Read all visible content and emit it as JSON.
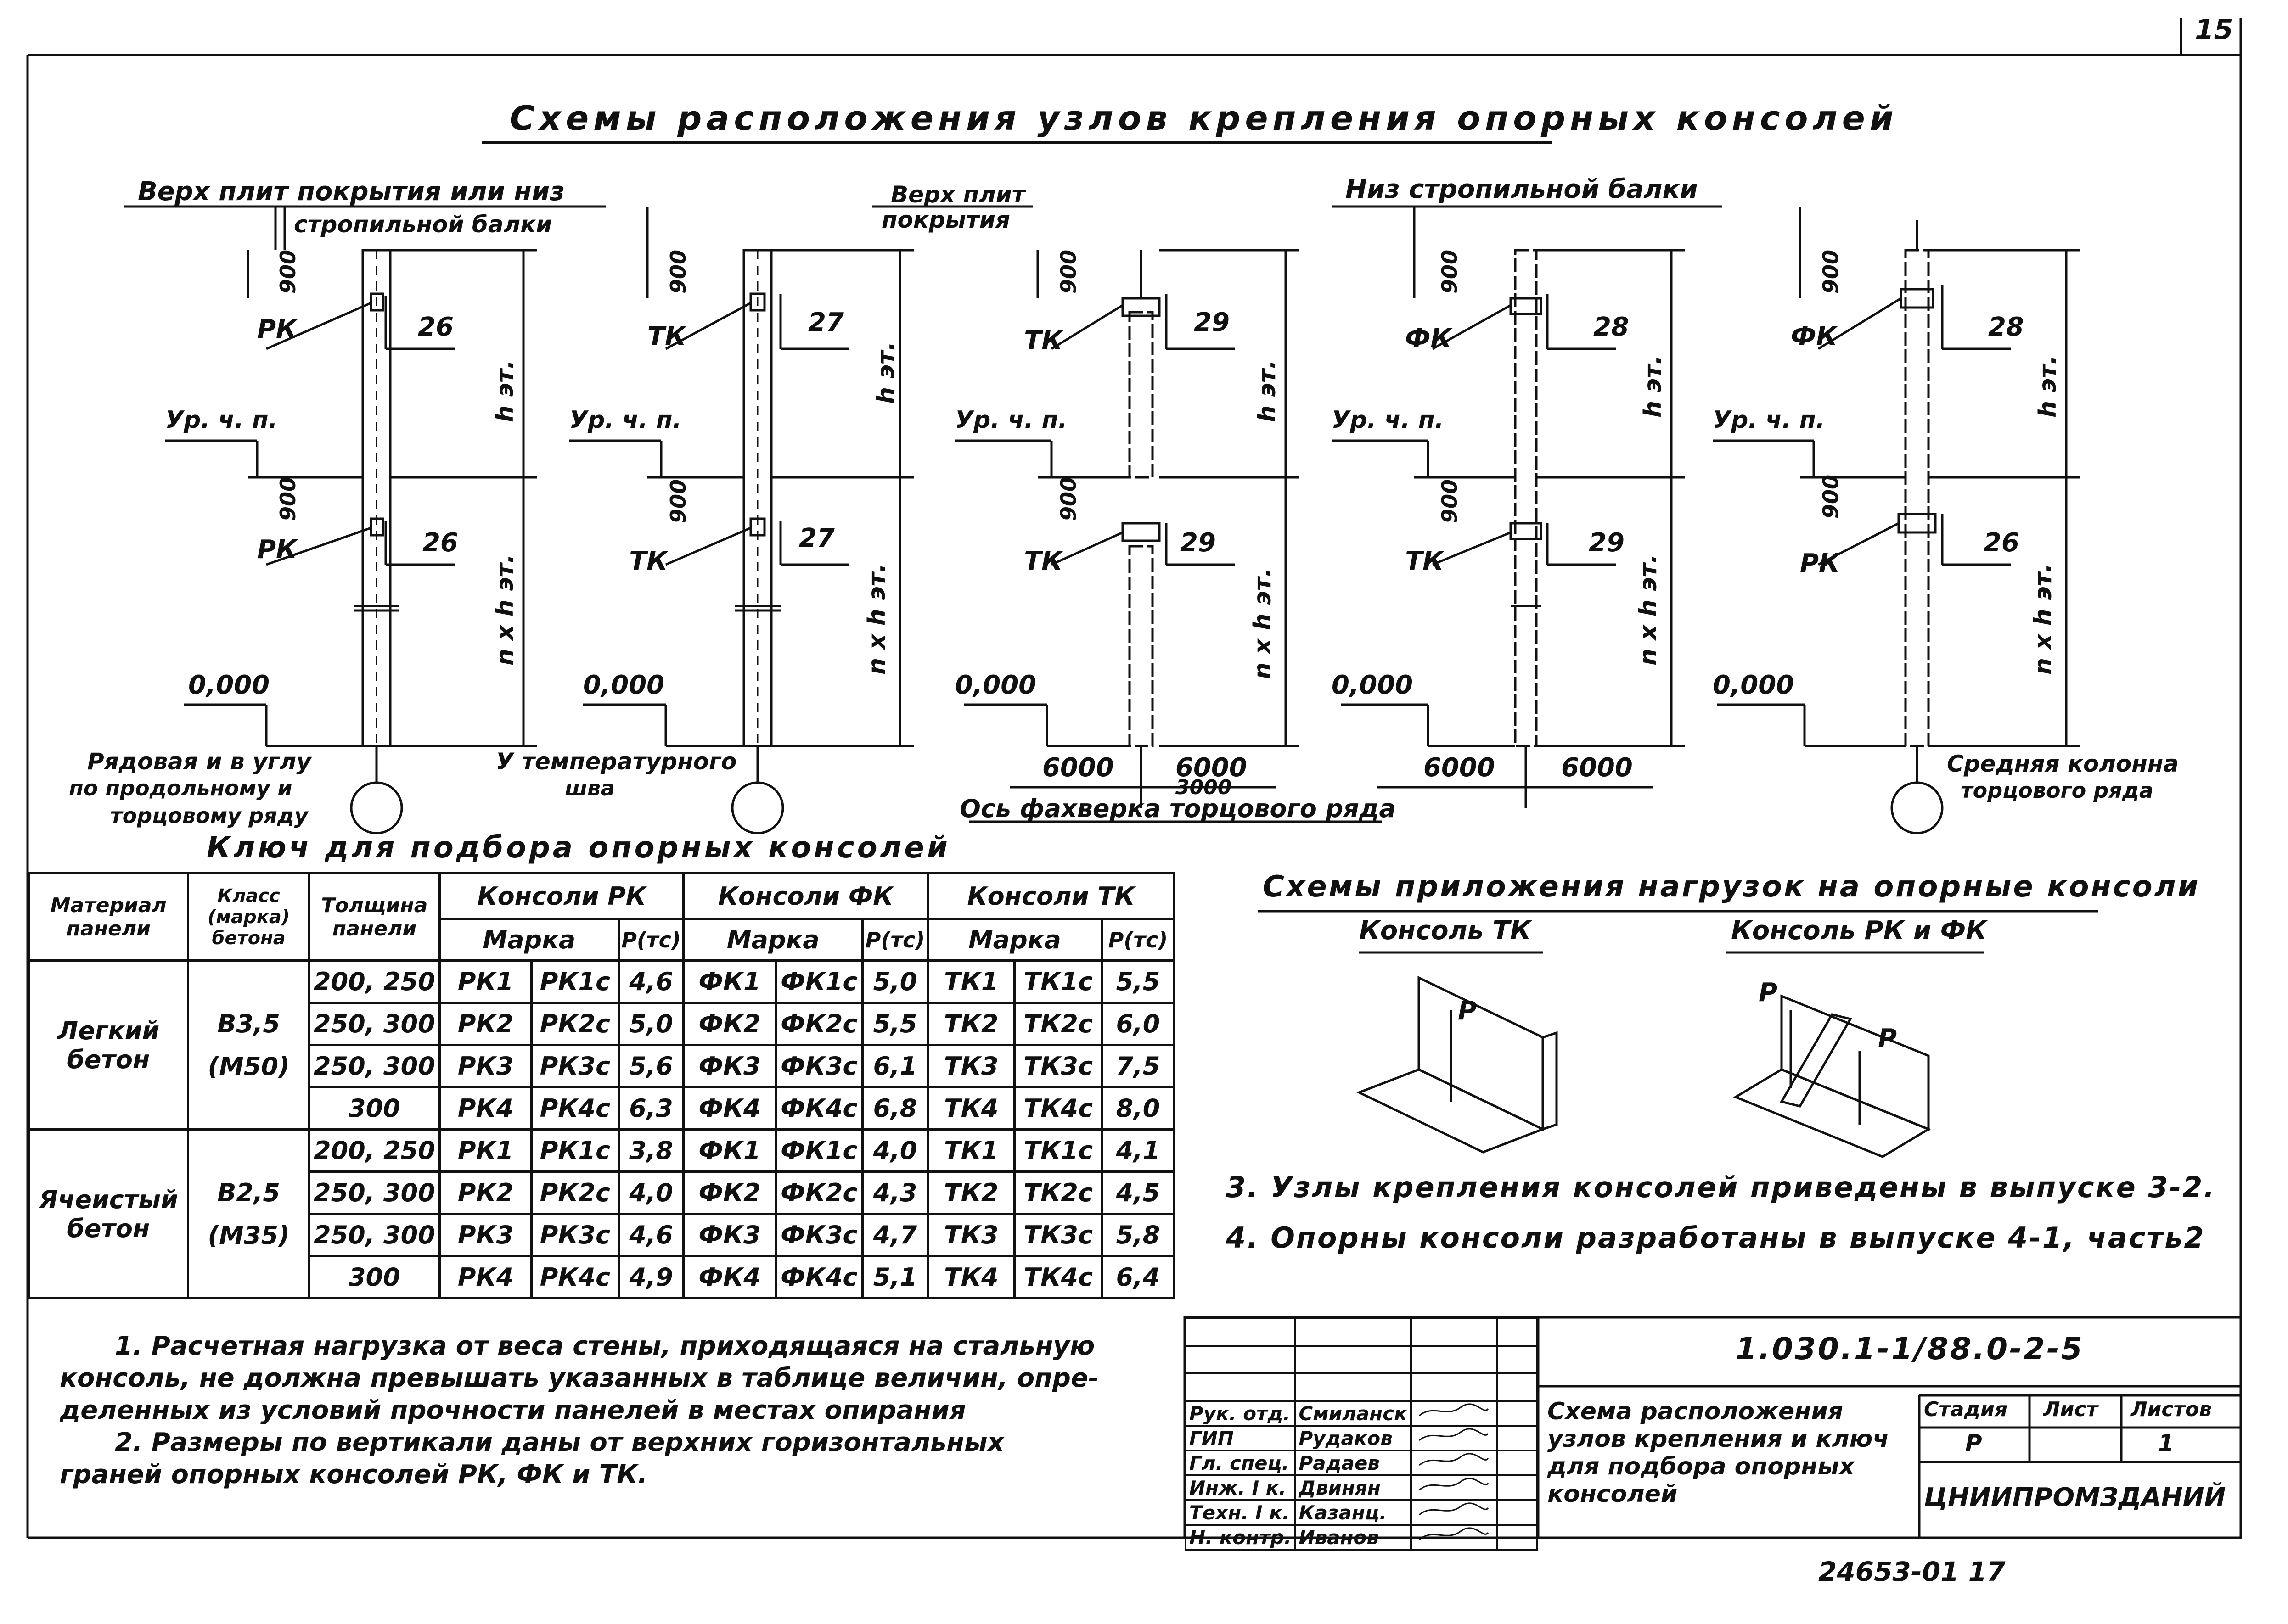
{
  "sheet_number": "15",
  "title": "Схемы расположения узлов крепления опорных консолей",
  "schemes": {
    "label_top_left": "Верх плит покрытия или низ",
    "label_top_left_2": "стропильной балки",
    "label_top_mid": "Верх плит",
    "label_top_mid_2": "покрытия",
    "label_top_right": "Низ стропильной балки",
    "dim_900": "900",
    "level_ufp": "Ур. ч. п.",
    "level_zero": "0,000",
    "h_et": "h эт.",
    "n_h_et": "n x h эт.",
    "col1": {
      "top_mark": "РК",
      "top_num": "26",
      "bot_mark": "РК",
      "bot_num": "26"
    },
    "col2": {
      "top_mark": "ТК",
      "top_num": "27",
      "bot_mark": "ТК",
      "bot_num": "27"
    },
    "col3": {
      "top_mark": "ТК",
      "top_num": "29",
      "bot_mark": "ТК",
      "bot_num": "29"
    },
    "col4": {
      "top_mark": "ФК",
      "top_num": "28",
      "bot_mark": "ТК",
      "bot_num": "29"
    },
    "col5": {
      "top_mark": "ФК",
      "top_num": "28",
      "bot_mark": "РК",
      "bot_num": "26"
    },
    "note_col1": "Рядовая и в углу",
    "note_col1_2": "по продольному и",
    "note_col1_3": "торцовому ряду",
    "note_col2": "У температурного",
    "note_col2_2": "шва",
    "dim_6000": "6000",
    "dim_3000": "3000",
    "note_axis": "Ось фахверка торцового ряда",
    "note_col5": "Средняя колонна",
    "note_col5_2": "торцового ряда"
  },
  "key": {
    "title": "Ключ для подбора опорных консолей",
    "headers": {
      "material": "Материал панели",
      "class": "Класс (марка) бетона",
      "thickness": "Толщина панели",
      "rk": "Консоли РК",
      "fk": "Консоли ФК",
      "tk": "Консоли ТК",
      "marka": "Марка",
      "p": "Р(тс)"
    },
    "groups": [
      {
        "material": "Легкий бетон",
        "class": "В3,5",
        "grade": "(М50)",
        "rows": [
          [
            "200, 250",
            "РК1",
            "РК1с",
            "4,6",
            "ФК1",
            "ФК1с",
            "5,0",
            "ТК1",
            "ТК1с",
            "5,5"
          ],
          [
            "250, 300",
            "РК2",
            "РК2с",
            "5,0",
            "ФК2",
            "ФК2с",
            "5,5",
            "ТК2",
            "ТК2с",
            "6,0"
          ],
          [
            "250, 300",
            "РК3",
            "РК3с",
            "5,6",
            "ФК3",
            "ФК3с",
            "6,1",
            "ТК3",
            "ТК3с",
            "7,5"
          ],
          [
            "300",
            "РК4",
            "РК4с",
            "6,3",
            "ФК4",
            "ФК4с",
            "6,8",
            "ТК4",
            "ТК4с",
            "8,0"
          ]
        ]
      },
      {
        "material": "Ячеистый бетон",
        "class": "В2,5",
        "grade": "(М35)",
        "rows": [
          [
            "200, 250",
            "РК1",
            "РК1с",
            "3,8",
            "ФК1",
            "ФК1с",
            "4,0",
            "ТК1",
            "ТК1с",
            "4,1"
          ],
          [
            "250, 300",
            "РК2",
            "РК2с",
            "4,0",
            "ФК2",
            "ФК2с",
            "4,3",
            "ТК2",
            "ТК2с",
            "4,5"
          ],
          [
            "250, 300",
            "РК3",
            "РК3с",
            "4,6",
            "ФК3",
            "ФК3с",
            "4,7",
            "ТК3",
            "ТК3с",
            "5,8"
          ],
          [
            "300",
            "РК4",
            "РК4с",
            "4,9",
            "ФК4",
            "ФК4с",
            "5,1",
            "ТК4",
            "ТК4с",
            "6,4"
          ]
        ]
      }
    ]
  },
  "loads": {
    "title": "Схемы приложения нагрузок на опорные консоли",
    "tk": "Консоль ТК",
    "rkfk": "Консоль РК и ФК",
    "p": "Р"
  },
  "notes": {
    "n1": "1. Расчетная нагрузка от веса стены, приходящаяся на стальную",
    "n1b": "консоль, не должна превышать указанных в таблице величин, опре-",
    "n1c": "деленных из условий прочности панелей в местах опирания",
    "n2": "2. Размеры по вертикали даны от верхних горизонтальных",
    "n2b": "граней опорных консолей РК, ФК и ТК.",
    "n3": "3. Узлы крепления консолей приведены в выпуске 3-2.",
    "n4": "4. Опорны консоли разработаны в выпуске 4-1, часть2"
  },
  "stamp": {
    "code": "1.030.1-1/88.0-2-5",
    "roles": [
      "Рук. отд.",
      "ГИП",
      "Гл. спец.",
      "Инж. I к.",
      "Техн. I к.",
      "Н. контр."
    ],
    "names": [
      "Смиланск",
      "Рудаков",
      "Радаев",
      "Двинян",
      "Казанц.",
      "Иванов"
    ],
    "title_1": "Схема расположения",
    "title_2": "узлов крепления и ключ",
    "title_3": "для подбора опорных",
    "title_4": "консолей",
    "stage_h": "Стадия",
    "sheet_h": "Лист",
    "sheets_h": "Листов",
    "stage": "Р",
    "sheet": "1",
    "org": "ЦНИИПРОМЗДАНИЙ"
  },
  "archive_no": "24653-01   17"
}
